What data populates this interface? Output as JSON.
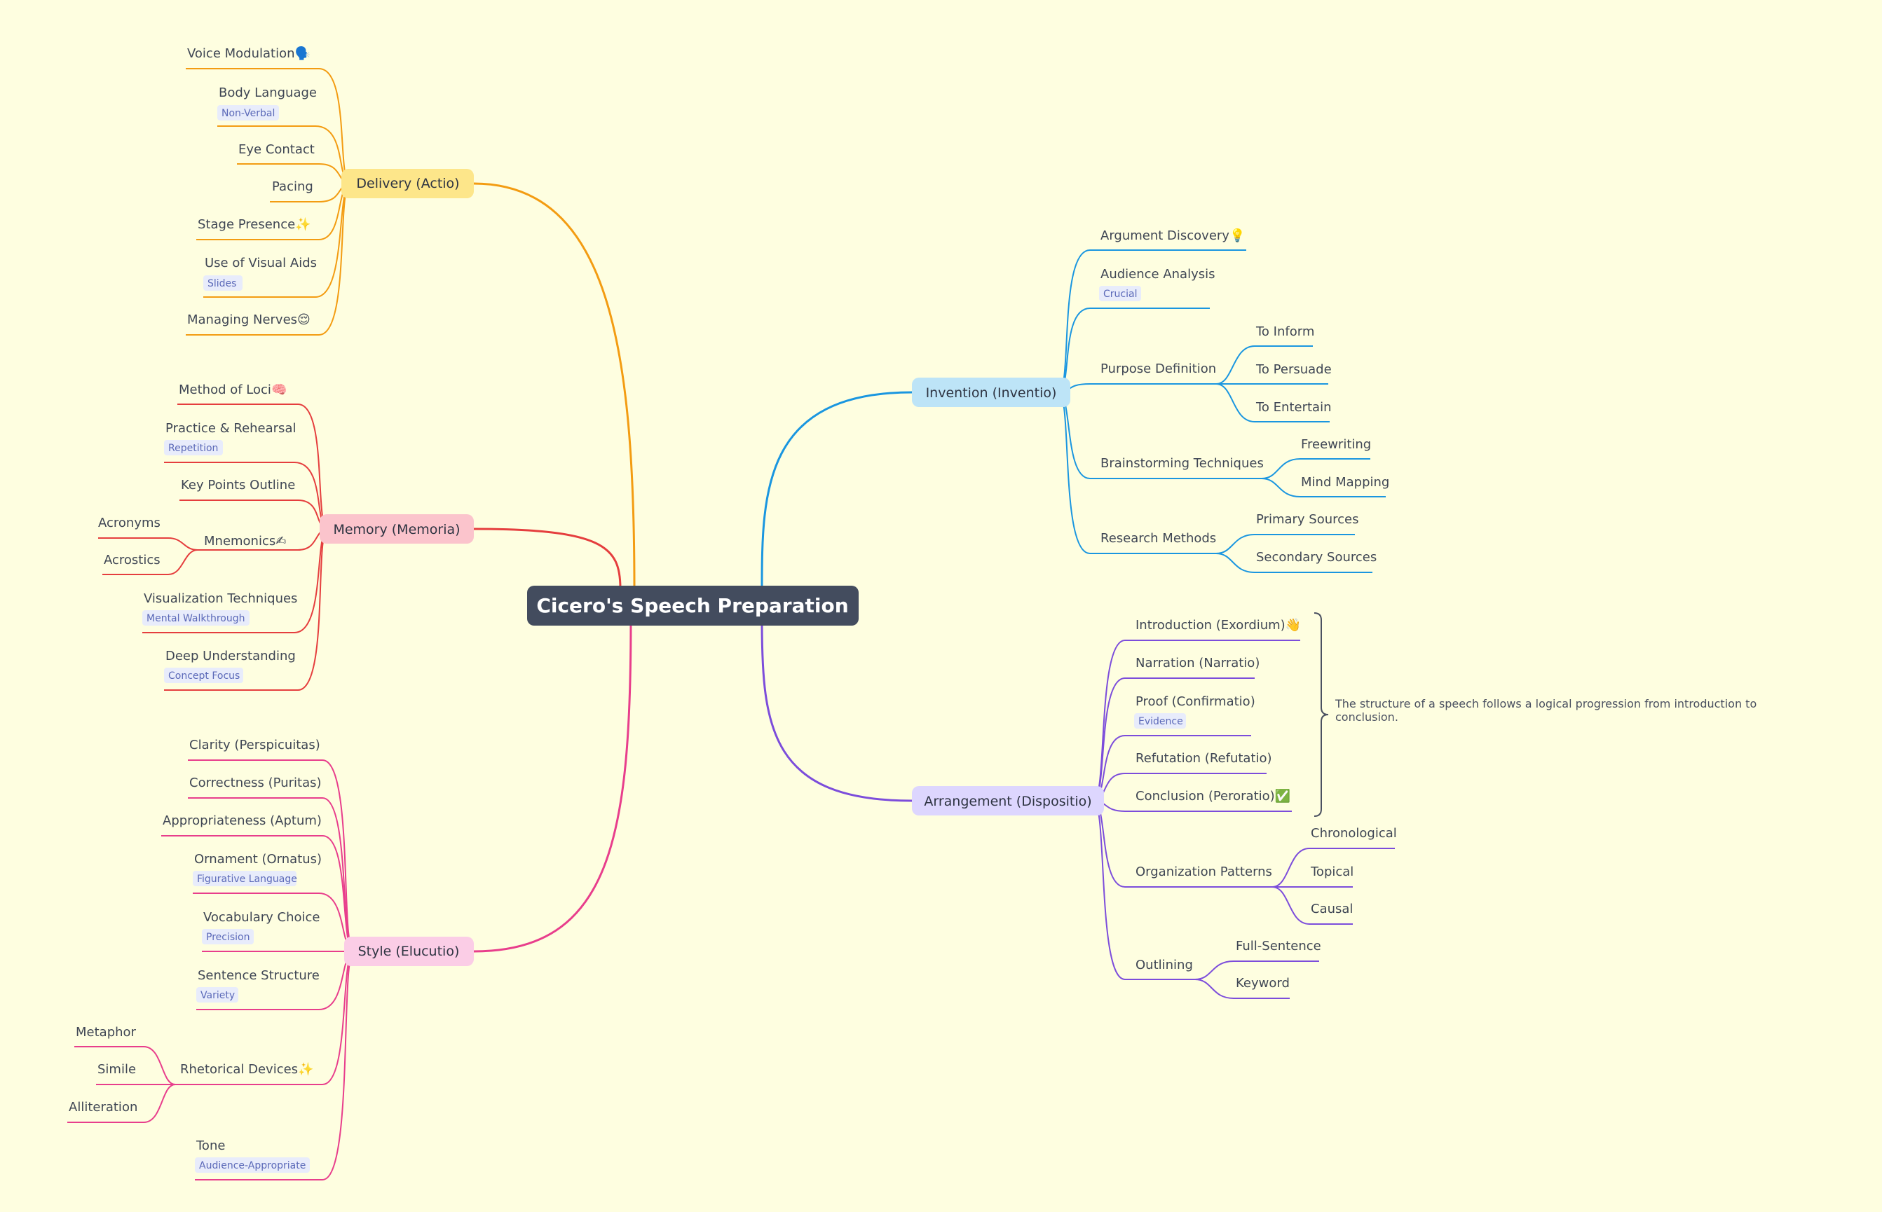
{
  "root": {
    "label": "Cicero's Speech Preparation",
    "color": "#434c5e"
  },
  "branches": {
    "delivery": {
      "label": "Delivery (Actio)",
      "fill": "#fde68a",
      "line": "#f39c12",
      "items": {
        "voice": {
          "label": "Voice Modulation",
          "icon": "speaking-head-icon",
          "glyph": "🗣️"
        },
        "body": {
          "label": "Body Language",
          "tag": "Non-Verbal"
        },
        "eye": {
          "label": "Eye Contact"
        },
        "pacing": {
          "label": "Pacing"
        },
        "stage": {
          "label": "Stage Presence",
          "icon": "sparkles-icon",
          "glyph": "✨"
        },
        "visual": {
          "label": "Use of Visual Aids",
          "tag": "Slides"
        },
        "nerves": {
          "label": "Managing Nerves",
          "icon": "relieved-face-icon",
          "glyph": "😌"
        }
      }
    },
    "memory": {
      "label": "Memory (Memoria)",
      "fill": "#fbc4cc",
      "line": "#e53e3e",
      "items": {
        "loci": {
          "label": "Method of Loci",
          "icon": "brain-icon",
          "glyph": "🧠"
        },
        "practice": {
          "label": "Practice & Rehearsal",
          "tag": "Repetition"
        },
        "keypoints": {
          "label": "Key Points Outline"
        },
        "mnemonics": {
          "label": "Mnemonics",
          "icon": "writing-hand-icon",
          "glyph": "✍",
          "children": {
            "acronyms": "Acronyms",
            "acrostics": "Acrostics"
          }
        },
        "visualization": {
          "label": "Visualization Techniques",
          "tag": "Mental Walkthrough"
        },
        "deep": {
          "label": "Deep Understanding",
          "tag": "Concept Focus"
        }
      }
    },
    "style": {
      "label": "Style (Elucutio)",
      "fill": "#fbcde6",
      "line": "#e83e8c",
      "items": {
        "clarity": {
          "label": "Clarity (Perspicuitas)"
        },
        "correctness": {
          "label": "Correctness (Puritas)"
        },
        "appropriateness": {
          "label": "Appropriateness (Aptum)"
        },
        "ornament": {
          "label": "Ornament (Ornatus)",
          "tag": "Figurative Language"
        },
        "vocabulary": {
          "label": "Vocabulary Choice",
          "tag": "Precision"
        },
        "sentence": {
          "label": "Sentence Structure",
          "tag": "Variety"
        },
        "rhetorical": {
          "label": "Rhetorical Devices",
          "icon": "sparkles-icon",
          "glyph": "✨",
          "children": {
            "metaphor": "Metaphor",
            "simile": "Simile",
            "alliteration": "Alliteration"
          }
        },
        "tone": {
          "label": "Tone",
          "tag": "Audience-Appropriate"
        }
      }
    },
    "invention": {
      "label": "Invention (Inventio)",
      "fill": "#bde4f7",
      "line": "#1a96e0",
      "items": {
        "argument": {
          "label": "Argument Discovery",
          "icon": "light-bulb-icon",
          "glyph": "💡"
        },
        "audience": {
          "label": "Audience Analysis",
          "tag": "Crucial"
        },
        "purpose": {
          "label": "Purpose Definition",
          "children": {
            "inform": "To Inform",
            "persuade": "To Persuade",
            "entertain": "To Entertain"
          }
        },
        "brainstorm": {
          "label": "Brainstorming Techniques",
          "children": {
            "freewriting": "Freewriting",
            "mindmapping": "Mind Mapping"
          }
        },
        "research": {
          "label": "Research Methods",
          "children": {
            "primary": "Primary Sources",
            "secondary": "Secondary Sources"
          }
        }
      }
    },
    "arrangement": {
      "label": "Arrangement (Dispositio)",
      "fill": "#ddd6fe",
      "line": "#7c4ddb",
      "items": {
        "intro": {
          "label": "Introduction (Exordium)",
          "icon": "waving-hand-icon",
          "glyph": "👋"
        },
        "narration": {
          "label": "Narration (Narratio)"
        },
        "proof": {
          "label": "Proof (Confirmatio)",
          "tag": "Evidence"
        },
        "refutation": {
          "label": "Refutation (Refutatio)"
        },
        "conclusion": {
          "label": "Conclusion (Peroratio)",
          "icon": "check-mark-icon",
          "glyph": "✅"
        },
        "patterns": {
          "label": "Organization Patterns",
          "children": {
            "chronological": "Chronological",
            "topical": "Topical",
            "causal": "Causal"
          }
        },
        "outlining": {
          "label": "Outlining",
          "children": {
            "fullsentence": "Full-Sentence",
            "keyword": "Keyword"
          }
        }
      },
      "summary": {
        "line1": "The structure of a speech follows a logical progression from introduction to",
        "line2": "conclusion."
      }
    }
  },
  "tag_style": {
    "fill": "#e8ecfb",
    "text": "#5b69b8"
  }
}
